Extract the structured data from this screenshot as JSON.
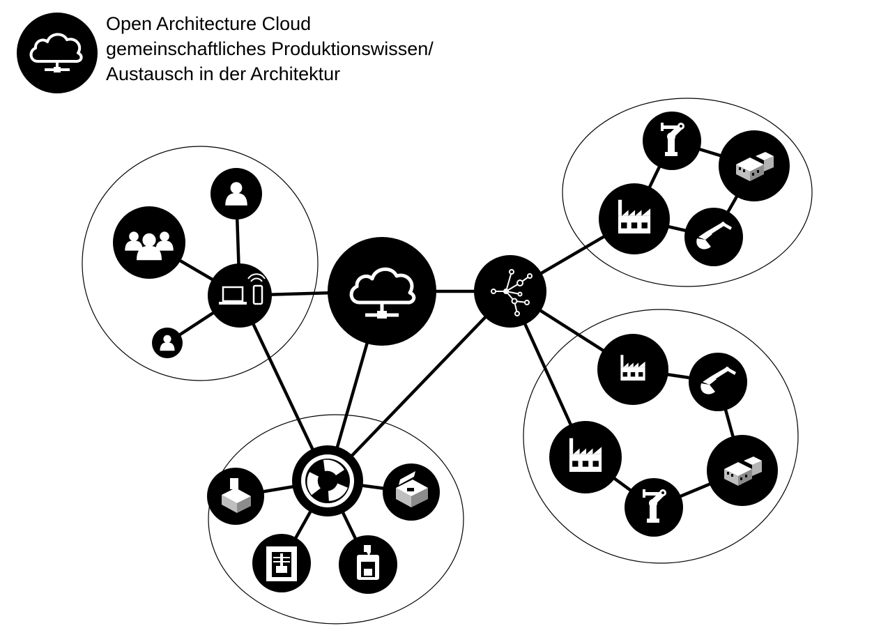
{
  "header": {
    "title_lines": [
      "Open Architecture Cloud",
      "gemeinschaftliches Produktionswissen/",
      "Austausch in der Architektur"
    ],
    "logo_icon": "cloud-network-icon"
  },
  "colors": {
    "node_fill": "#000000",
    "icon": "#ffffff",
    "edge": "#000000",
    "background": "#ffffff"
  },
  "diagram": {
    "hub": {
      "icon": "cloud-network-icon"
    },
    "clusters": [
      {
        "name": "users-cluster",
        "center": {
          "icon": "devices-icon"
        },
        "members": [
          "group-of-users-icon",
          "user-icon",
          "user-icon"
        ]
      },
      {
        "name": "fabrication-cluster",
        "center": {
          "icon": "open-hardware-icon"
        },
        "members": [
          "cnc-machine-icon",
          "laser-cutter-icon",
          "milling-machine-icon",
          "3d-printer-icon"
        ]
      },
      {
        "name": "distributor-cluster",
        "center": {
          "icon": "network-distribution-icon"
        },
        "groups": [
          [
            "factory-icon",
            "robot-arm-icon",
            "building-model-icon",
            "excavator-icon"
          ],
          [
            "factory-icon",
            "excavator-icon",
            "building-model-icon",
            "robot-arm-icon",
            "factory-icon"
          ]
        ]
      }
    ]
  }
}
